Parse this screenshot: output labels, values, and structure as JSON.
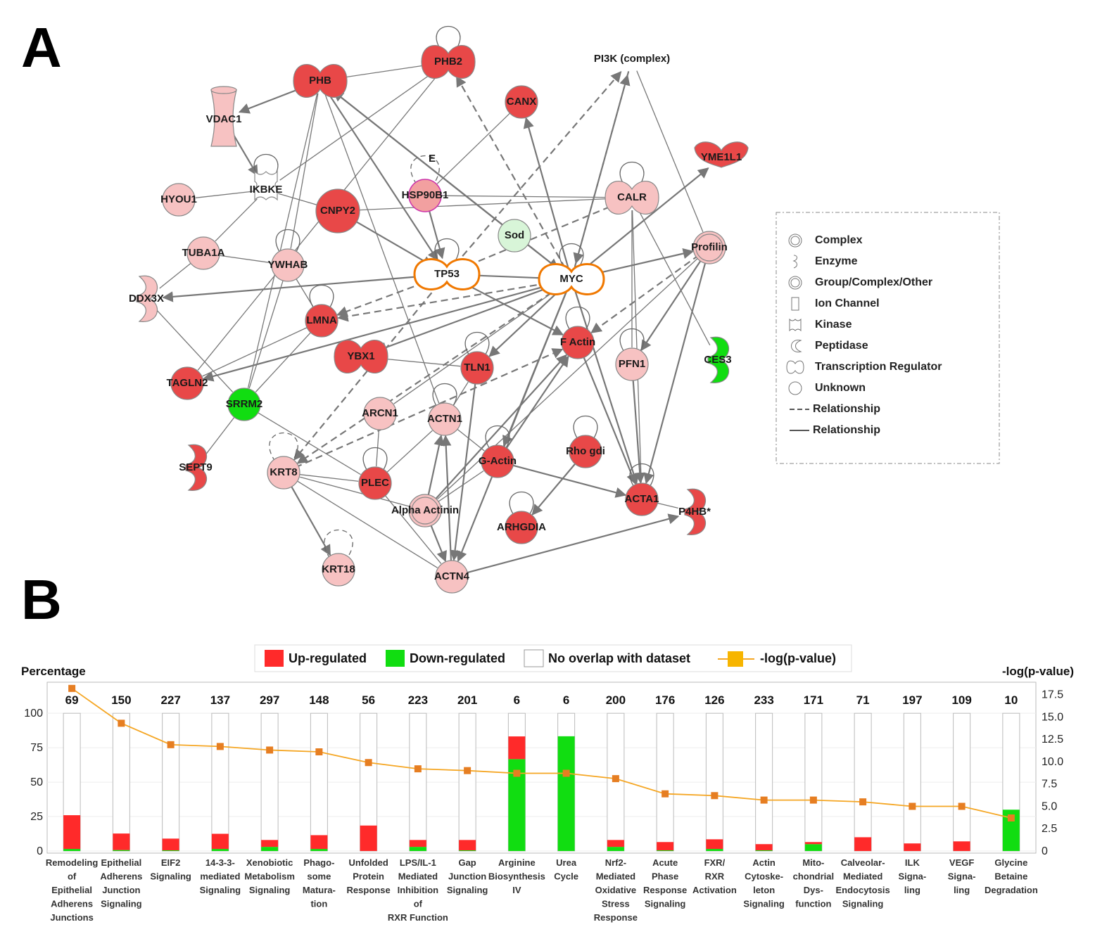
{
  "panel_a": {
    "label": "A",
    "nodes": [
      {
        "id": "PHB",
        "label": "PHB"
      },
      {
        "id": "PHB2",
        "label": "PHB2"
      },
      {
        "id": "PI3K",
        "label": "PI3K (complex)"
      },
      {
        "id": "VDAC1",
        "label": "VDAC1"
      },
      {
        "id": "CANX",
        "label": "CANX"
      },
      {
        "id": "YME1L1",
        "label": "YME1L1"
      },
      {
        "id": "E",
        "label": "E"
      },
      {
        "id": "HSP90B1",
        "label": "HSP90B1"
      },
      {
        "id": "IKBKE",
        "label": "IKBKE"
      },
      {
        "id": "HYOU1",
        "label": "HYOU1"
      },
      {
        "id": "CNPY2",
        "label": "CNPY2"
      },
      {
        "id": "CALR",
        "label": "CALR"
      },
      {
        "id": "Sod",
        "label": "Sod"
      },
      {
        "id": "TUBA1A",
        "label": "TUBA1A"
      },
      {
        "id": "YWHAB",
        "label": "YWHAB"
      },
      {
        "id": "TP53",
        "label": "TP53"
      },
      {
        "id": "MYC",
        "label": "MYC"
      },
      {
        "id": "Profilin",
        "label": "Profilin"
      },
      {
        "id": "DDX3X",
        "label": "DDX3X"
      },
      {
        "id": "LMNA",
        "label": "LMNA"
      },
      {
        "id": "FActin",
        "label": "F Actin"
      },
      {
        "id": "YBX1",
        "label": "YBX1"
      },
      {
        "id": "TLN1",
        "label": "TLN1"
      },
      {
        "id": "PFN1",
        "label": "PFN1"
      },
      {
        "id": "CES3",
        "label": "CES3"
      },
      {
        "id": "TAGLN2",
        "label": "TAGLN2"
      },
      {
        "id": "SRRM2",
        "label": "SRRM2"
      },
      {
        "id": "ARCN1",
        "label": "ARCN1"
      },
      {
        "id": "ACTN1",
        "label": "ACTN1"
      },
      {
        "id": "Rhogdi",
        "label": "Rho gdi"
      },
      {
        "id": "SEPT9",
        "label": "SEPT9"
      },
      {
        "id": "KRT8",
        "label": "KRT8"
      },
      {
        "id": "PLEC",
        "label": "PLEC"
      },
      {
        "id": "GActin",
        "label": "G-Actin"
      },
      {
        "id": "ACTA1",
        "label": "ACTA1"
      },
      {
        "id": "P4HB",
        "label": "P4HB*"
      },
      {
        "id": "AlphaActinin",
        "label": "Alpha Actinin"
      },
      {
        "id": "ARHGDIA",
        "label": "ARHGDIA"
      },
      {
        "id": "KRT18",
        "label": "KRT18"
      },
      {
        "id": "ACTN4",
        "label": "ACTN4"
      }
    ],
    "legend": [
      {
        "icon": "complex-icon",
        "label": "Complex"
      },
      {
        "icon": "enzyme-icon",
        "label": "Enzyme"
      },
      {
        "icon": "group-complex-other-icon",
        "label": "Group/Complex/Other"
      },
      {
        "icon": "ion-channel-icon",
        "label": "Ion Channel"
      },
      {
        "icon": "kinase-icon",
        "label": "Kinase"
      },
      {
        "icon": "peptidase-icon",
        "label": "Peptidase"
      },
      {
        "icon": "transcription-regulator-icon",
        "label": "Transcription Regulator"
      },
      {
        "icon": "unknown-icon",
        "label": "Unknown"
      },
      {
        "icon": "dashed-line-icon",
        "label": "Relationship"
      },
      {
        "icon": "solid-line-icon",
        "label": "Relationship"
      }
    ],
    "colors": {
      "up_strong": "#e84848",
      "up_light": "#f7c2c2",
      "down": "#11dd11",
      "down_light": "#d8f5d8",
      "outline_orange": "#f07800",
      "edge": "#777777"
    }
  },
  "panel_b": {
    "label": "B",
    "legend": {
      "up": "Up-regulated",
      "down": "Down-regulated",
      "none": "No overlap with dataset",
      "pval": "-log(p-value)"
    },
    "colors": {
      "up": "#ff2a2a",
      "down": "#11dd11",
      "line": "#f5a623",
      "marker": "#e67e22"
    }
  },
  "chart_data": {
    "type": "bar",
    "ylabel": "Percentage",
    "y2label": "-log(p-value)",
    "ylim": [
      0,
      120
    ],
    "y2lim": [
      0,
      18.5
    ],
    "yticks": [
      "0",
      "25",
      "50",
      "75",
      "100"
    ],
    "y2ticks": [
      "0",
      "2.5",
      "5.0",
      "7.5",
      "10.0",
      "12.5",
      "15.0",
      "17.5"
    ],
    "categories": [
      [
        "Remodeling",
        "of",
        "Epithelial",
        "Adherens",
        "Junctions"
      ],
      [
        "Epithelial",
        "Adherens",
        "Junction",
        "Signaling"
      ],
      [
        "EIF2",
        "Signaling"
      ],
      [
        "14-3-3-",
        "mediated",
        "Signaling"
      ],
      [
        "Xenobiotic",
        "Metabolism",
        "Signaling"
      ],
      [
        "Phago-",
        "some",
        "Matura-",
        "tion"
      ],
      [
        "Unfolded",
        "Protein",
        "Response"
      ],
      [
        "LPS/IL-1",
        "Mediated",
        "Inhibition",
        "of",
        "RXR  Function"
      ],
      [
        "Gap",
        "Junction",
        "Signaling"
      ],
      [
        "Arginine",
        "Biosynthesis",
        "IV"
      ],
      [
        "Urea",
        "Cycle"
      ],
      [
        "Nrf2-",
        "Mediated",
        "Oxidative",
        "Stress",
        "Response"
      ],
      [
        "Acute",
        "Phase",
        "Response",
        "Signaling"
      ],
      [
        "FXR/",
        "RXR",
        "Activation"
      ],
      [
        "Actin",
        "Cytoske-",
        "leton",
        "Signaling"
      ],
      [
        "Mito-",
        "chondrial",
        "Dys-",
        "function"
      ],
      [
        "Calveolar-",
        "Mediated",
        "Endocytosis",
        "Signaling"
      ],
      [
        "ILK",
        "Signa-",
        "ling"
      ],
      [
        "VEGF",
        "Signa-",
        "ling"
      ],
      [
        "Glycine",
        "Betaine",
        "Degradation"
      ]
    ],
    "totals": [
      "69",
      "150",
      "227",
      "137",
      "297",
      "148",
      "56",
      "223",
      "201",
      "6",
      "6",
      "200",
      "176",
      "126",
      "233",
      "171",
      "71",
      "197",
      "109",
      "10"
    ],
    "series": [
      {
        "name": "Up-regulated",
        "values": [
          24.5,
          12,
          8.5,
          11,
          5,
          10,
          18.5,
          5,
          7.5,
          16.5,
          0,
          5,
          6,
          7,
          4.5,
          1.5,
          10,
          5.5,
          7,
          0
        ]
      },
      {
        "name": "Down-regulated",
        "values": [
          1.5,
          0.7,
          0.5,
          1.5,
          3,
          1.5,
          0,
          3,
          0.5,
          66.7,
          83.3,
          3,
          0.5,
          1.5,
          0.5,
          5,
          0,
          0,
          0,
          30
        ]
      },
      {
        "name": "-log(p-value)",
        "values": [
          18.2,
          14.3,
          11.9,
          11.7,
          11.3,
          11.1,
          9.9,
          9.2,
          9.0,
          8.7,
          8.7,
          8.1,
          6.4,
          6.2,
          5.7,
          5.7,
          5.5,
          5.0,
          5.0,
          3.7
        ]
      }
    ],
    "grid": true
  }
}
